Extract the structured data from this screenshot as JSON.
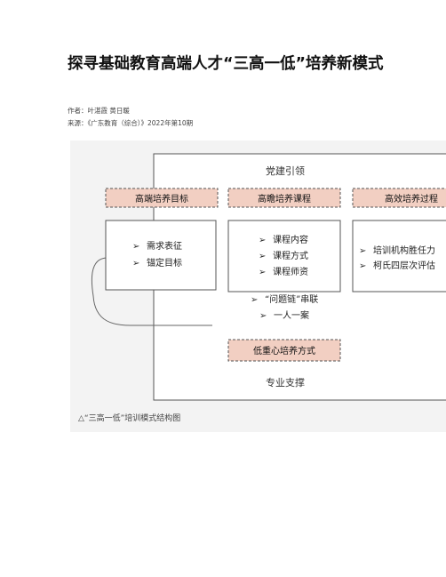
{
  "article": {
    "title": "探寻基础教育高端人才“三高一低”培养新模式",
    "author_line": "作者：叶湛霞 黄日暖",
    "source_line": "来源：《广东教育（综合）》2022年第10期"
  },
  "diagram": {
    "top_label": "党建引领",
    "bottom_label": "专业支撑",
    "middle_items": [
      "“问题链”串联",
      "一人一案"
    ],
    "bullet_glyph": "➢",
    "columns": [
      {
        "header": "高端培养目标",
        "items": [
          "需求表征",
          "锚定目标"
        ]
      },
      {
        "header": "高瞻培养课程",
        "items": [
          "课程内容",
          "课程方式",
          "课程师资"
        ]
      },
      {
        "header": "高效培养过程",
        "items": [
          "培训机构胜任力",
          "柯氏四层次评估"
        ]
      }
    ],
    "low_box": "低重心培养方式",
    "colors": {
      "header_fill": "#f2cfc2",
      "box_border": "#555555",
      "figure_bg": "#f3f3f3"
    }
  },
  "caption": "△“三高一低”培训模式结构图"
}
